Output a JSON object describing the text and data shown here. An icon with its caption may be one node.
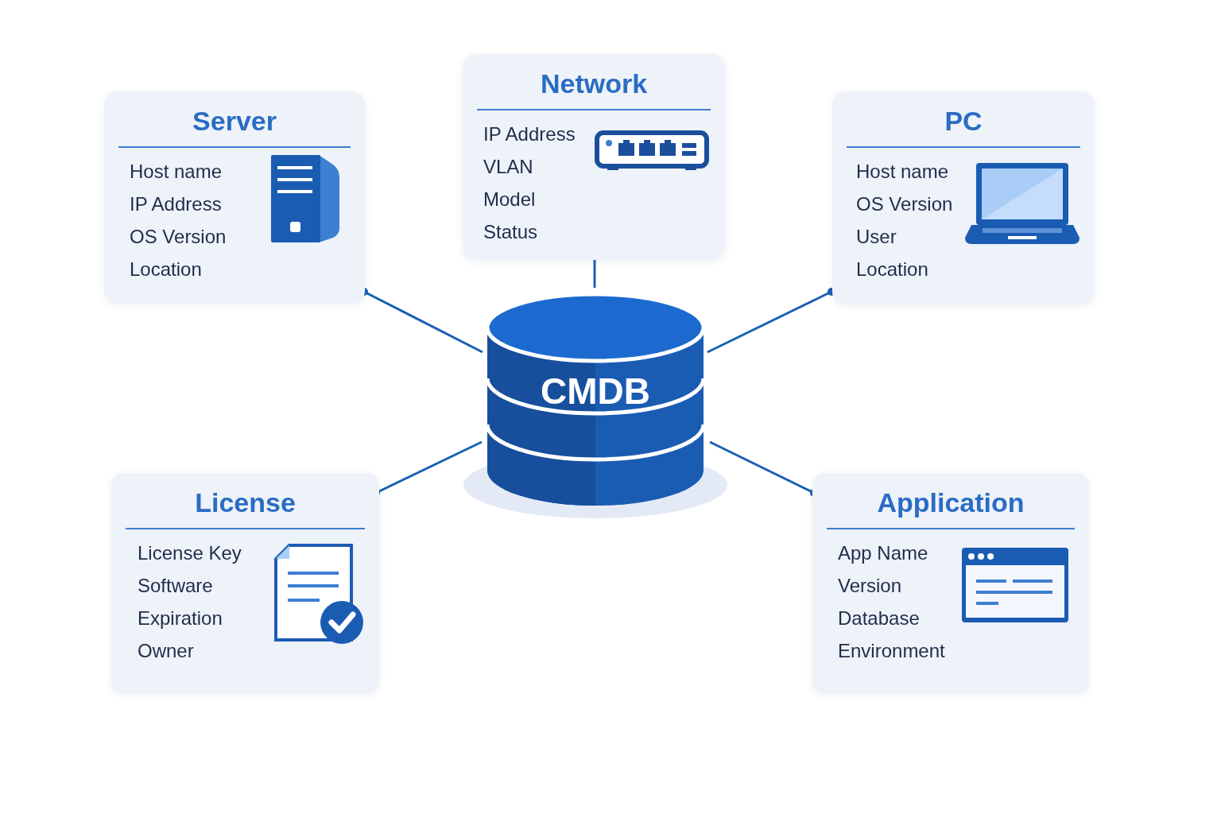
{
  "diagram": {
    "nodes": [
      {
        "text": [
          "Network",
          "IP Address",
          "VLAN",
          "Model",
          "Status"
        ]
      },
      {
        "text": [
          "Server",
          "Host name",
          "IP Address",
          "OS Version",
          "Location"
        ]
      },
      {
        "text": [
          "PC",
          "Host name",
          "OS Version",
          "User",
          "Location"
        ]
      },
      {
        "text": [
          "CMDB"
        ]
      },
      {
        "text": [
          "License",
          "License Key",
          "Software",
          "Expiration",
          "Owner"
        ]
      },
      {
        "text": [
          "Application",
          "App Name",
          "Version",
          "Database",
          "Environment"
        ]
      }
    ],
    "edges": [
      {
        "from": 3,
        "to": 0,
        "arrow": "none"
      },
      {
        "from": 3,
        "to": 1,
        "arrow": "other"
      },
      {
        "from": 3,
        "to": 2,
        "arrow": "other"
      },
      {
        "from": 3,
        "to": 4,
        "arrow": "other"
      },
      {
        "from": 3,
        "to": 5,
        "arrow": "other"
      }
    ]
  }
}
